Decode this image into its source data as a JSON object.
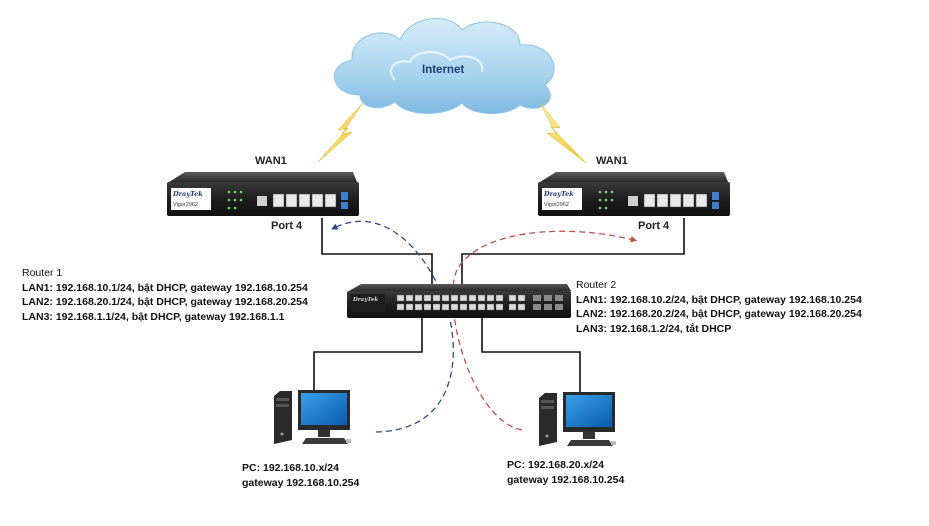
{
  "cloud": {
    "label": "Internet"
  },
  "router1": {
    "wan_label": "WAN1",
    "port_label": "Port 4",
    "brand": "DrayTek",
    "model": "Vigor2962",
    "title": "Router 1",
    "lines": [
      "LAN1: 192.168.10.1/24, bật DHCP, gateway 192.168.10.254",
      "LAN2: 192.168.20.1/24, bật DHCP, gateway 192.168.20.254",
      "LAN3: 192.168.1.1/24, bật DHCP, gateway 192.168.1.1"
    ]
  },
  "router2": {
    "wan_label": "WAN1",
    "port_label": "Port 4",
    "brand": "DrayTek",
    "model": "Vigor2962",
    "title": "Router 2",
    "lines": [
      "LAN1: 192.168.10.2/24, bật DHCP, gateway 192.168.10.254",
      "LAN2: 192.168.20.2/24, bật DHCP, gateway 192.168.20.254",
      "LAN3: 192.168.1.2/24, tắt DHCP"
    ]
  },
  "switch": {
    "brand": "DrayTek"
  },
  "pc1": {
    "line1": "PC: 192.168.10.x/24",
    "line2": "gateway 192.168.10.254"
  },
  "pc2": {
    "line1": "PC: 192.168.20.x/24",
    "line2": "gateway 192.168.10.254"
  },
  "colors": {
    "cloud": "#9fd0ec",
    "lightning": "#f2c218",
    "blue_path": "#2f4a8a",
    "red_path": "#c0504d",
    "device": "#2a2a2a"
  },
  "icons": [
    "cloud-icon",
    "lightning-icon",
    "router-icon",
    "switch-icon",
    "pc-icon"
  ]
}
